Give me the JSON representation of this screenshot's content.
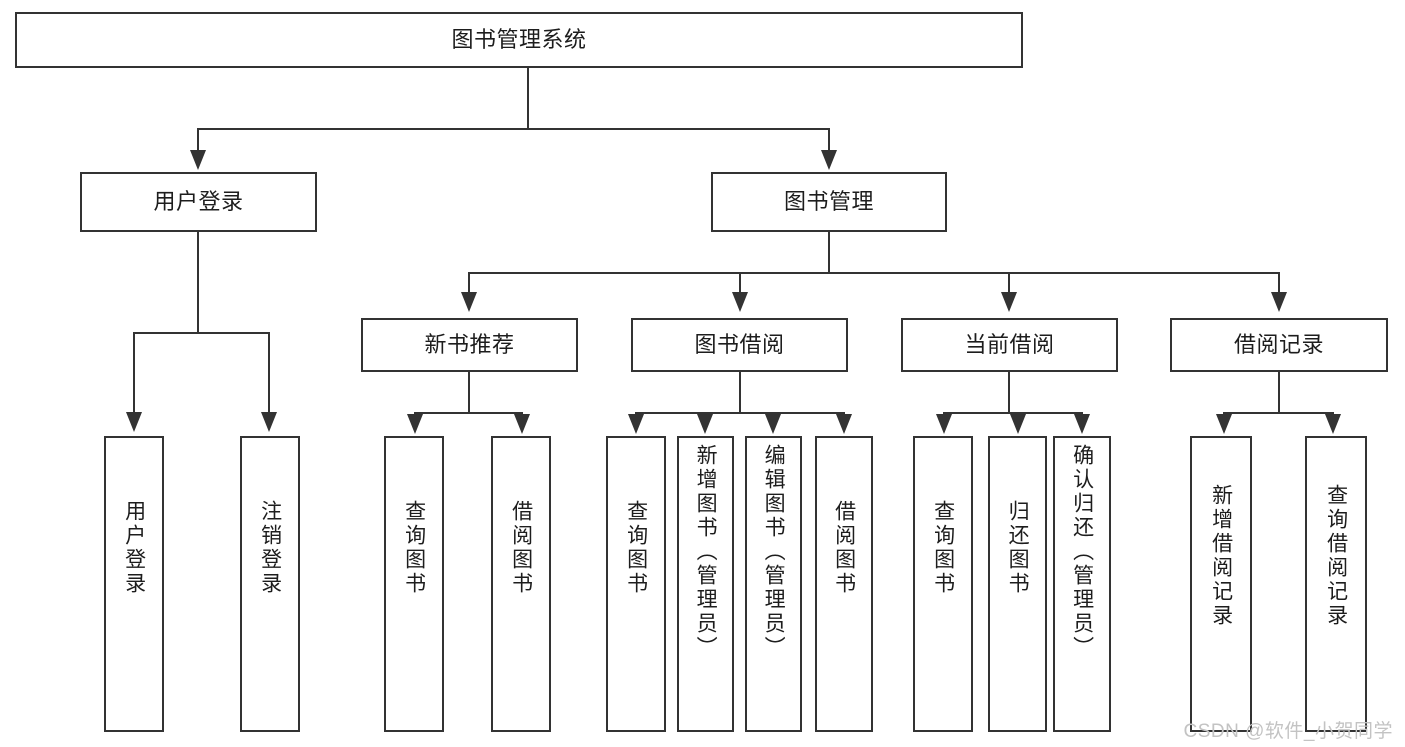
{
  "diagram": {
    "title": "图书管理系统",
    "type": "tree",
    "watermark": "CSDN @软件_小贺同学"
  },
  "root": {
    "label": "图书管理系统"
  },
  "level2": [
    {
      "id": "user-login",
      "label": "用户登录"
    },
    {
      "id": "book-manage",
      "label": "图书管理"
    }
  ],
  "level3": [
    {
      "id": "new-book-recommend",
      "label": "新书推荐"
    },
    {
      "id": "book-borrow",
      "label": "图书借阅"
    },
    {
      "id": "current-borrow",
      "label": "当前借阅"
    },
    {
      "id": "borrow-record",
      "label": "借阅记录"
    }
  ],
  "leaves": {
    "user_login": [
      {
        "id": "leaf-user-login",
        "label": "用户登录"
      },
      {
        "id": "leaf-logout",
        "label": "注销登录"
      }
    ],
    "new_book_recommend": [
      {
        "id": "leaf-query-book-1",
        "label": "查询图书"
      },
      {
        "id": "leaf-borrow-book-1",
        "label": "借阅图书"
      }
    ],
    "book_borrow": [
      {
        "id": "leaf-query-book-2",
        "label": "查询图书"
      },
      {
        "id": "leaf-add-book",
        "label": "新增图书（管理员）"
      },
      {
        "id": "leaf-edit-book",
        "label": "编辑图书（管理员）"
      },
      {
        "id": "leaf-borrow-book-2",
        "label": "借阅图书"
      }
    ],
    "current_borrow": [
      {
        "id": "leaf-query-book-3",
        "label": "查询图书"
      },
      {
        "id": "leaf-return-book",
        "label": "归还图书"
      },
      {
        "id": "leaf-confirm-return",
        "label": "确认归还（管理员）"
      }
    ],
    "borrow_record": [
      {
        "id": "leaf-add-record",
        "label": "新增借阅记录"
      },
      {
        "id": "leaf-query-record",
        "label": "查询借阅记录"
      }
    ]
  },
  "colors": {
    "box_border": "#333333",
    "box_fill": "#ffffff",
    "text": "#1d1d1d",
    "connector": "#333333",
    "watermark": "#c3c3c3"
  }
}
